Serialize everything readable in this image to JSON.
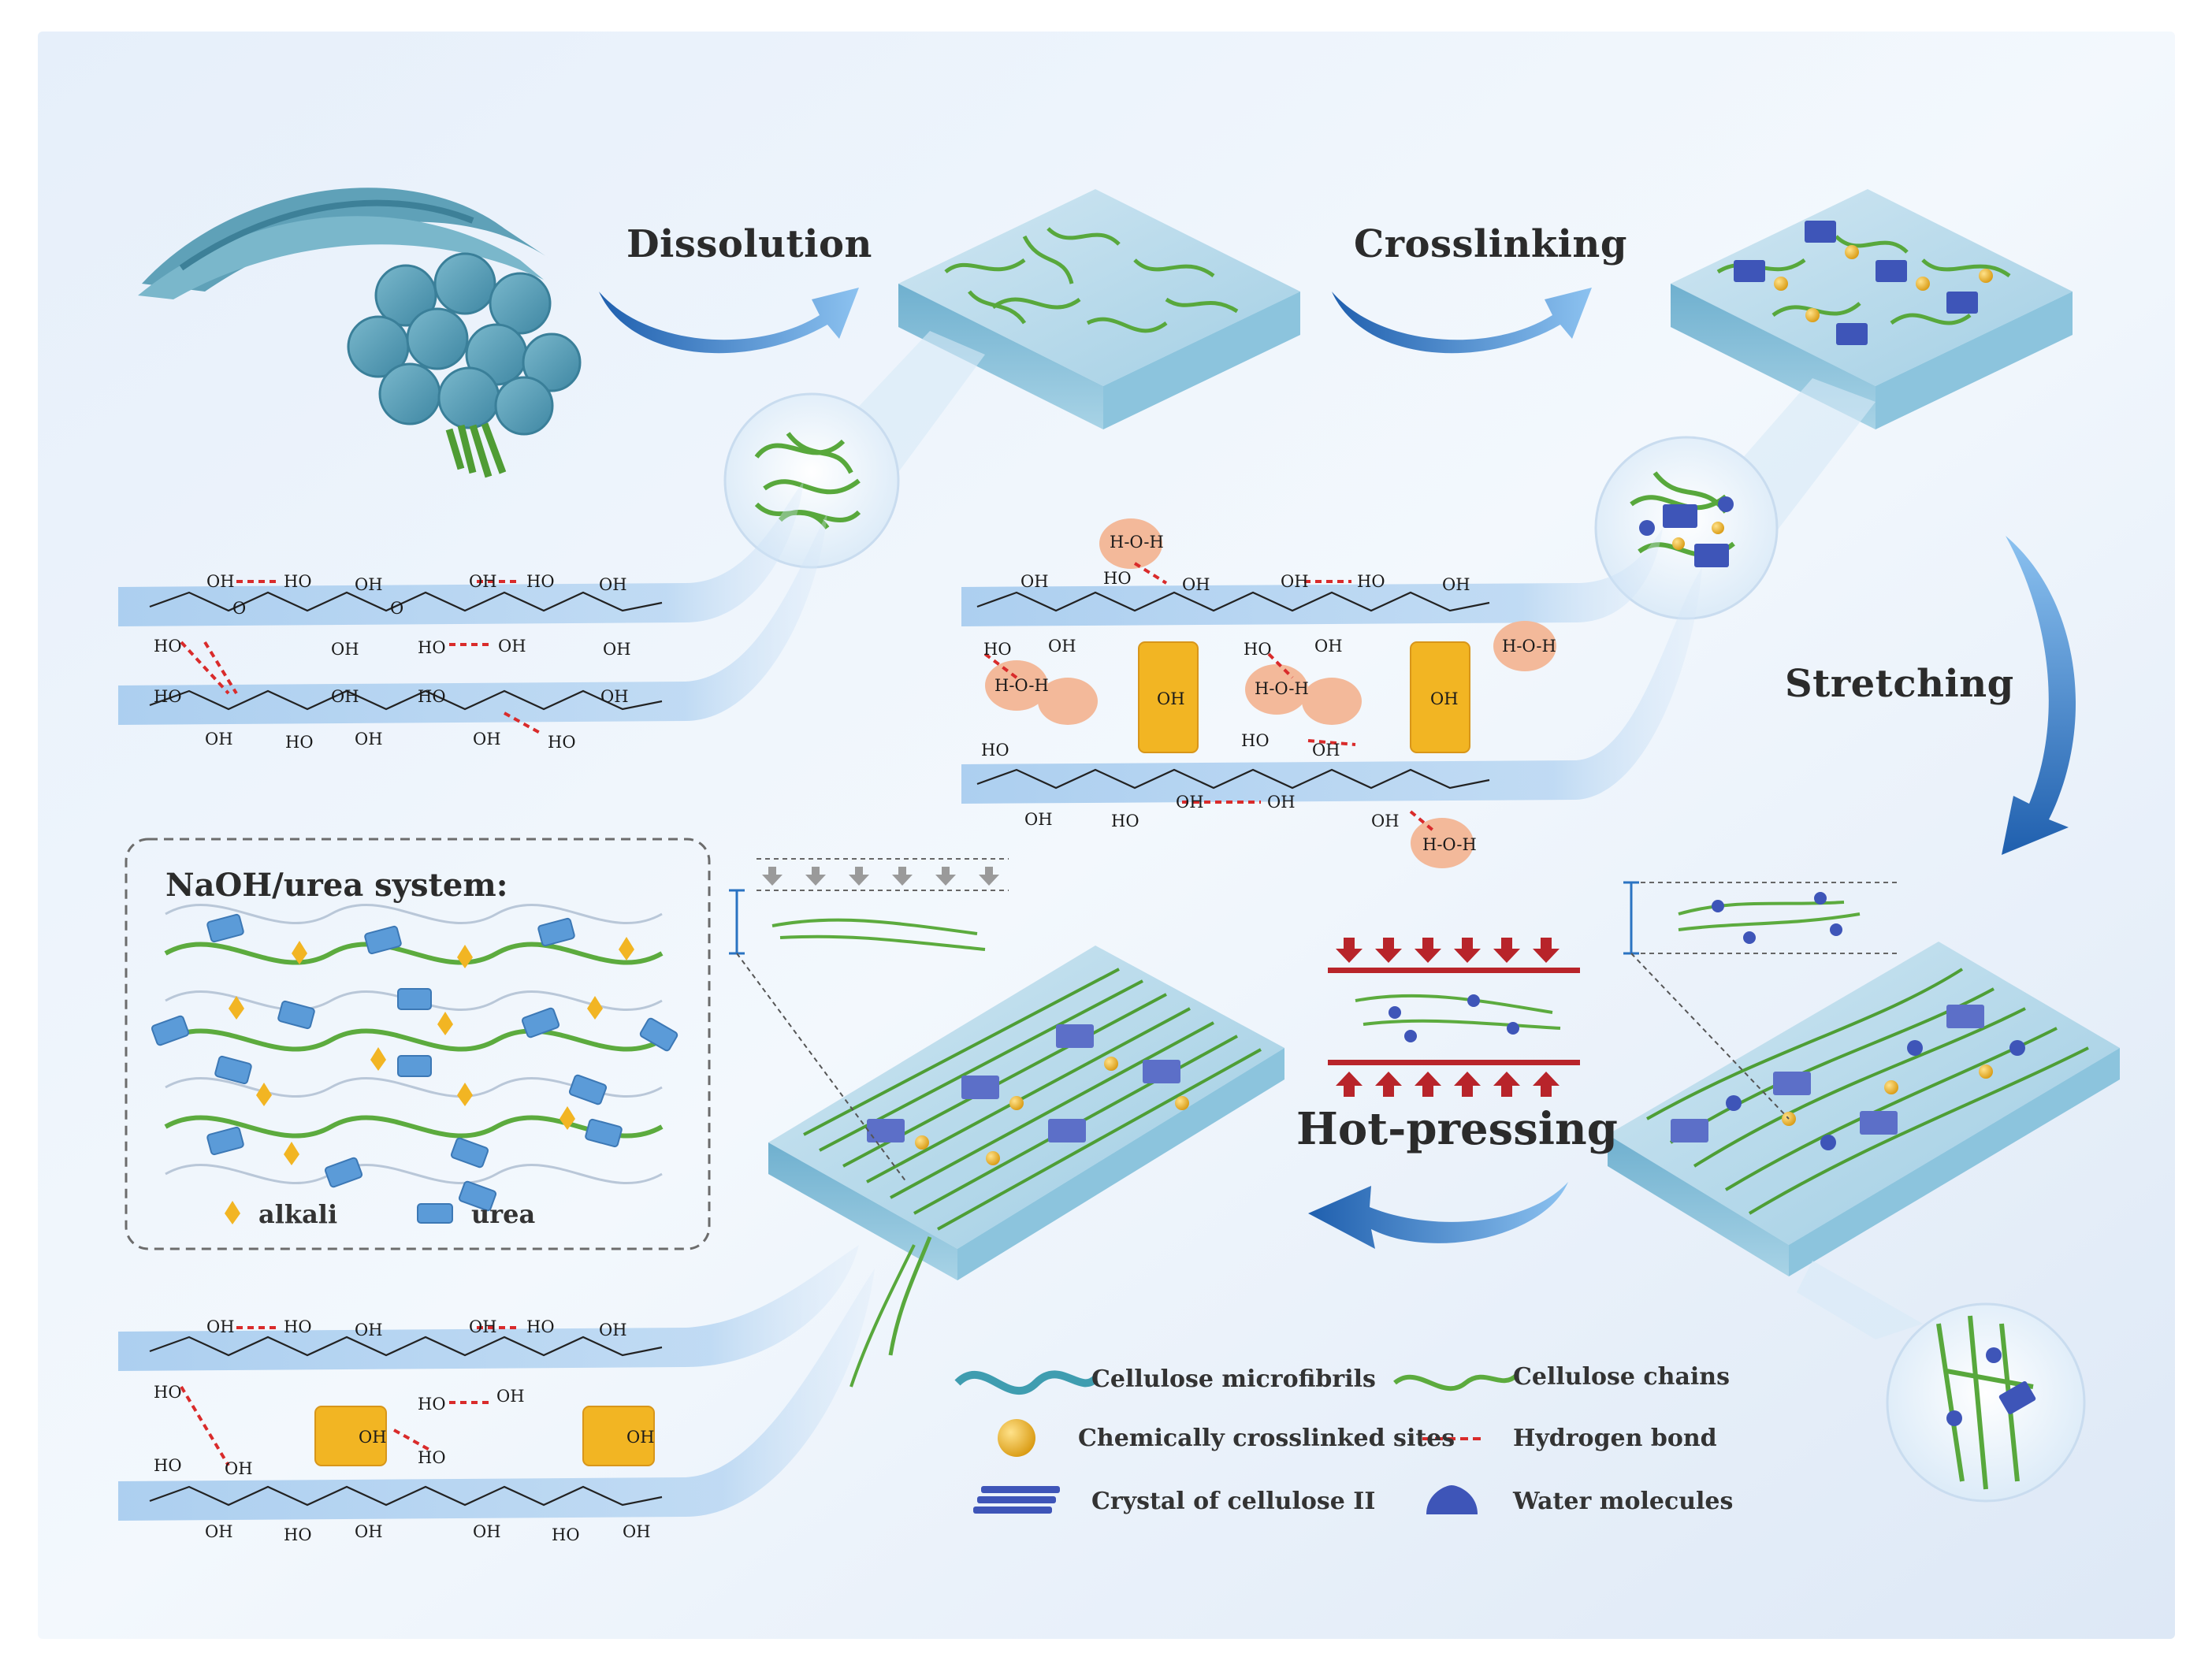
{
  "steps": {
    "dissolution": "Dissolution",
    "crosslinking": "Crosslinking",
    "stretching": "Stretching",
    "hot_pressing": "Hot-pressing"
  },
  "inset": {
    "title": "NaOH/urea system:",
    "legend_alkali": "alkali",
    "legend_urea": "urea"
  },
  "legend": {
    "microfibrils": "Cellulose microfibrils",
    "chains": "Cellulose chains",
    "crosslinked_sites": "Chemically crosslinked sites",
    "hydrogen_bond": "Hydrogen bond",
    "crystal": "Crystal of cellulose II",
    "water": "Water molecules"
  },
  "chem": {
    "oh": "OH",
    "ho": "HO",
    "o": "O",
    "water": "H-O-H"
  },
  "colors": {
    "background": "#e8f0fa",
    "ribbon": "#9cc4e8",
    "chain_green": "#5cab3e",
    "fiber_teal": "#4d9ab3",
    "crosslink_gold": "#f2b523",
    "crystal_blue": "#3e55b8",
    "hbond_red": "#d92b2b",
    "arrow_blue": "#2a73c2",
    "press_red": "#b8242a",
    "water_blob": "#f3b99a"
  }
}
